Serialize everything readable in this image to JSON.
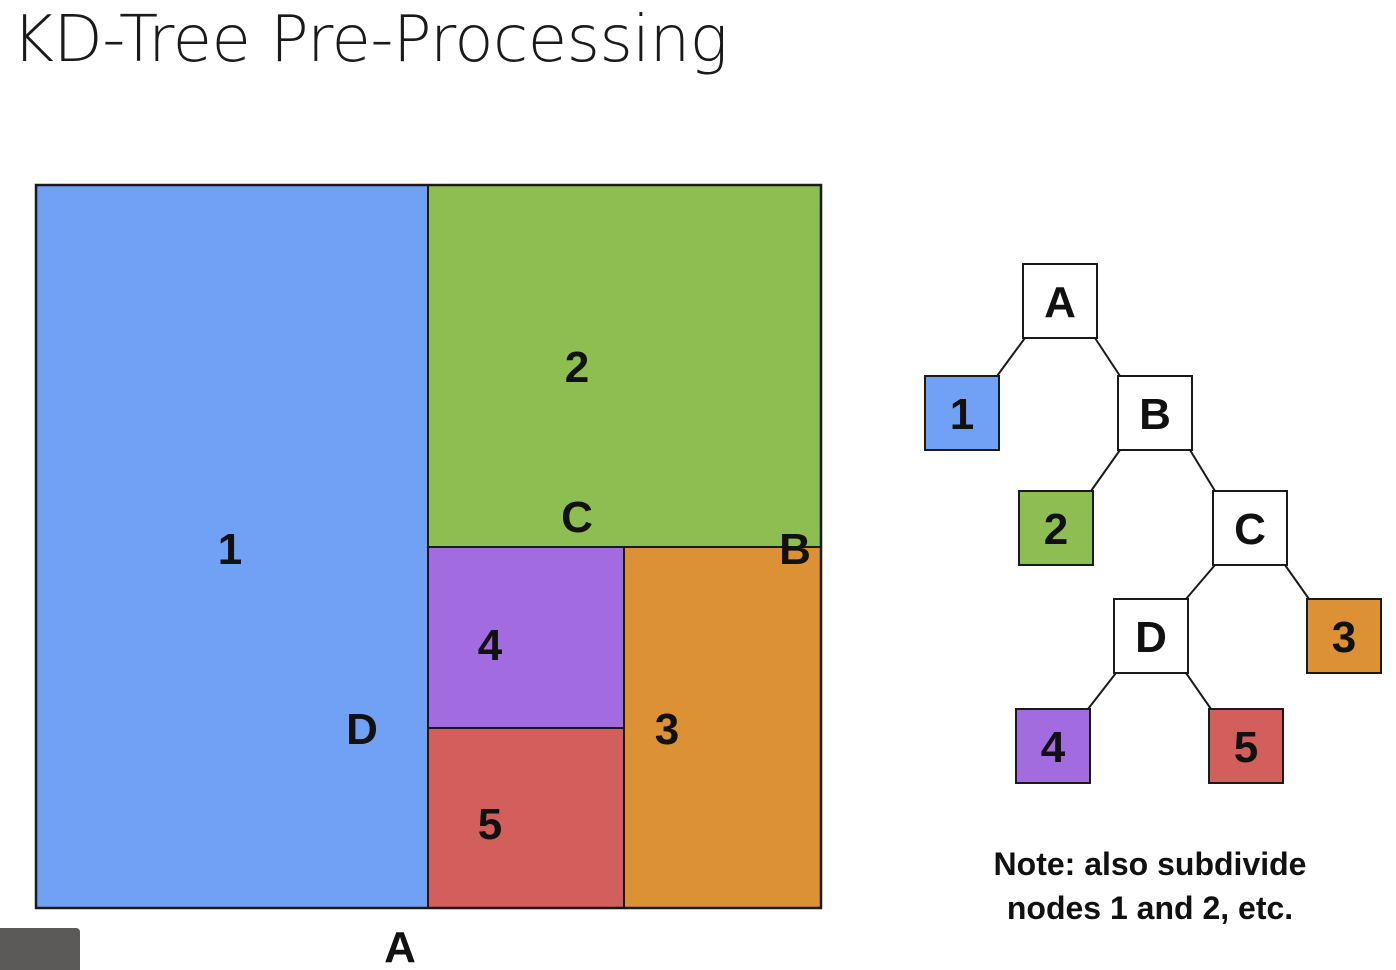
{
  "title": "KD-Tree Pre-Processing",
  "colors": {
    "region_1": "#70a1f4",
    "region_2": "#8ebd52",
    "region_3": "#dc9234",
    "region_4": "#a36be0",
    "region_5": "#d35f5d",
    "node_plain": "#ffffff",
    "outline": "#1a1a1a"
  },
  "regions": [
    {
      "id": "1",
      "label": "1"
    },
    {
      "id": "2",
      "label": "2"
    },
    {
      "id": "3",
      "label": "3"
    },
    {
      "id": "4",
      "label": "4"
    },
    {
      "id": "5",
      "label": "5"
    }
  ],
  "split_labels": {
    "A": "A",
    "B": "B",
    "C": "C",
    "D": "D"
  },
  "tree": {
    "nodes": [
      {
        "id": "A",
        "label": "A",
        "color": "#ffffff"
      },
      {
        "id": "1",
        "label": "1",
        "color": "#70a1f4"
      },
      {
        "id": "B",
        "label": "B",
        "color": "#ffffff"
      },
      {
        "id": "2",
        "label": "2",
        "color": "#8ebd52"
      },
      {
        "id": "C",
        "label": "C",
        "color": "#ffffff"
      },
      {
        "id": "D",
        "label": "D",
        "color": "#ffffff"
      },
      {
        "id": "3",
        "label": "3",
        "color": "#dc9234"
      },
      {
        "id": "4",
        "label": "4",
        "color": "#a36be0"
      },
      {
        "id": "5",
        "label": "5",
        "color": "#d35f5d"
      }
    ],
    "edges": [
      [
        "A",
        "1"
      ],
      [
        "A",
        "B"
      ],
      [
        "B",
        "2"
      ],
      [
        "B",
        "C"
      ],
      [
        "C",
        "D"
      ],
      [
        "C",
        "3"
      ],
      [
        "D",
        "4"
      ],
      [
        "D",
        "5"
      ]
    ]
  },
  "note": {
    "line1": "Note: also subdivide",
    "line2": "nodes 1 and 2, etc."
  }
}
